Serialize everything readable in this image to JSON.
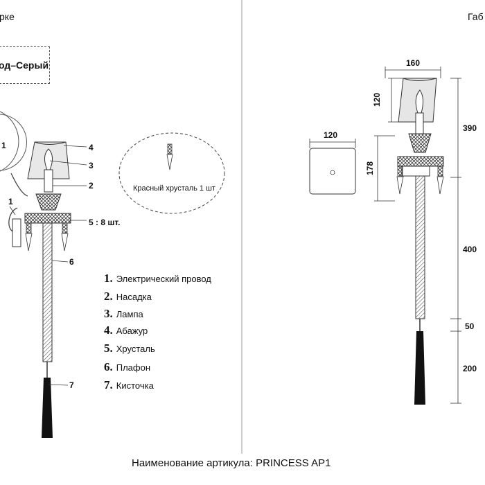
{
  "left_title": "рке",
  "right_title": "Габ",
  "color_label": "од–Серый",
  "crystal_note": "Красный хрусталь 1 шт",
  "left_callouts": {
    "c1_circle": "1",
    "c1": "1",
    "c2": "2",
    "c3": "3",
    "c4": "4",
    "c5": "5 : 8 шт.",
    "c6": "6",
    "c7": "7"
  },
  "parts": [
    {
      "num": "1.",
      "label": "Электрический провод"
    },
    {
      "num": "2.",
      "label": "Насадка"
    },
    {
      "num": "3.",
      "label": "Лампа"
    },
    {
      "num": "4.",
      "label": "Абажур"
    },
    {
      "num": "5.",
      "label": "Хрусталь"
    },
    {
      "num": "6.",
      "label": "Плафон"
    },
    {
      "num": "7.",
      "label": "Кисточка"
    }
  ],
  "dimensions": {
    "shade_width": "160",
    "shade_height": "120",
    "plate_width": "120",
    "plate_height": "178",
    "d390": "390",
    "d400": "400",
    "d50": "50",
    "d200": "200"
  },
  "article_line": "Наименование артикула: PRINCESS AP1"
}
